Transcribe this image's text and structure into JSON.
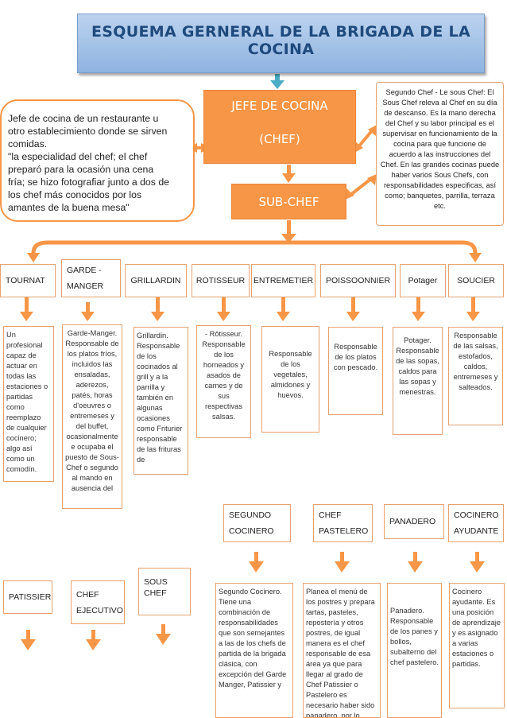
{
  "title": "ESQUEMA GERNERAL DE LA   BRIGADA DE LA COCINA",
  "jefe": {
    "line1": "JEFE DE COCINA",
    "line2": "(CHEF)"
  },
  "subchef": "SUB-CHEF",
  "left_callout": {
    "lines": [
      "Jefe de cocina de un restaurante  u",
      "otro establecimiento donde se sirven",
      "comidas.",
      "\"la especialidad del chef; el chef",
      "preparó para la ocasión una cena",
      "fría; se hizo fotografiar junto  a dos de",
      "los chef más conocidos por los",
      "amantes de la buena mesa\""
    ]
  },
  "right_callout": "Segundo Chef - Le sous Chef: El Sous Chef releva al Chef en su día de descanso. Es la mano derecha del Chef y su labor principal es el supervisar en funcionamiento de la cocina para que funcione de acuerdo a las instrucciones del Chef. En las grandes cocinas puede haber varios Sous Chefs, con responsabilidades especificas, así como; banquetes, parrilla, terraza etc.",
  "row1": {
    "labels": [
      "TOURNAT",
      "GARDE -\nMANGER",
      "GRILLARDIN",
      "ROTISSEUR",
      "ENTREMETIER",
      "POISSOONNIER",
      "Potager",
      "SOUCIER"
    ],
    "descs": [
      "Un profesional capaz de actuar en todas las estaciones o partidas como reemplazo de cualquier cocinero; algo así como un comodín.",
      "Garde-Manger. Responsable de los platos fríos, incluidos las ensaladas, aderezos, patés, horas d'oeuvres o entremeses y del buffet, ocasionalmente e ocupaba el puesto de Sous-Chef o segundo al mando en ausencia del",
      "Grillardin. Responsable de los cocinados al grill y a la parrilla y también en algunas ocasiones como Friturier responsable de las frituras de",
      "- Rôtisseur. Responsable de los horneados y asados de carnes y de sus respectivas salsas.",
      "Responsable de los vegetales, almidones y huevos.",
      "Responsable de los platos con pescado.",
      "Potager. Responsable de las sopas, caldos para las sopas y menestras.",
      "Responsable de las salsas, estofados, caldos, entremeses y salteados."
    ]
  },
  "row2": {
    "labels": [
      "SEGUNDO\nCOCINERO",
      "CHEF\nPASTELERO",
      "PANADERO",
      "COCINERO\nAYUDANTE"
    ],
    "descs": [
      "Segundo Cocinero. Tiene una combinación de responsabilidades que son semejantes a las de los chefs de partida de la brigada clásica, con excepción del Garde Manger, Patissier y",
      "Planea el menú de los postres y prepara tartas, pasteles, repostería y otros postres, de igual manera es el chef responsable de esa área ya que para llegar al grado de Chef Patissier o Pastelero es necesario haber sido panadero, por lo",
      "Panadero. Responsable de los panes y bollos, subalterno del chef pastelero.",
      "Cocinero ayudante. Es una posición de aprendizaje y es asignado a varias estaciones o partidas."
    ]
  },
  "row3": {
    "labels": [
      "PATISSIER",
      "CHEF\nEJECUTIVO",
      "SOUS CHEF"
    ]
  },
  "colors": {
    "orange": "#f79646",
    "arrow_blue": "#4bacc6",
    "title_text": "#1f4a7d"
  }
}
